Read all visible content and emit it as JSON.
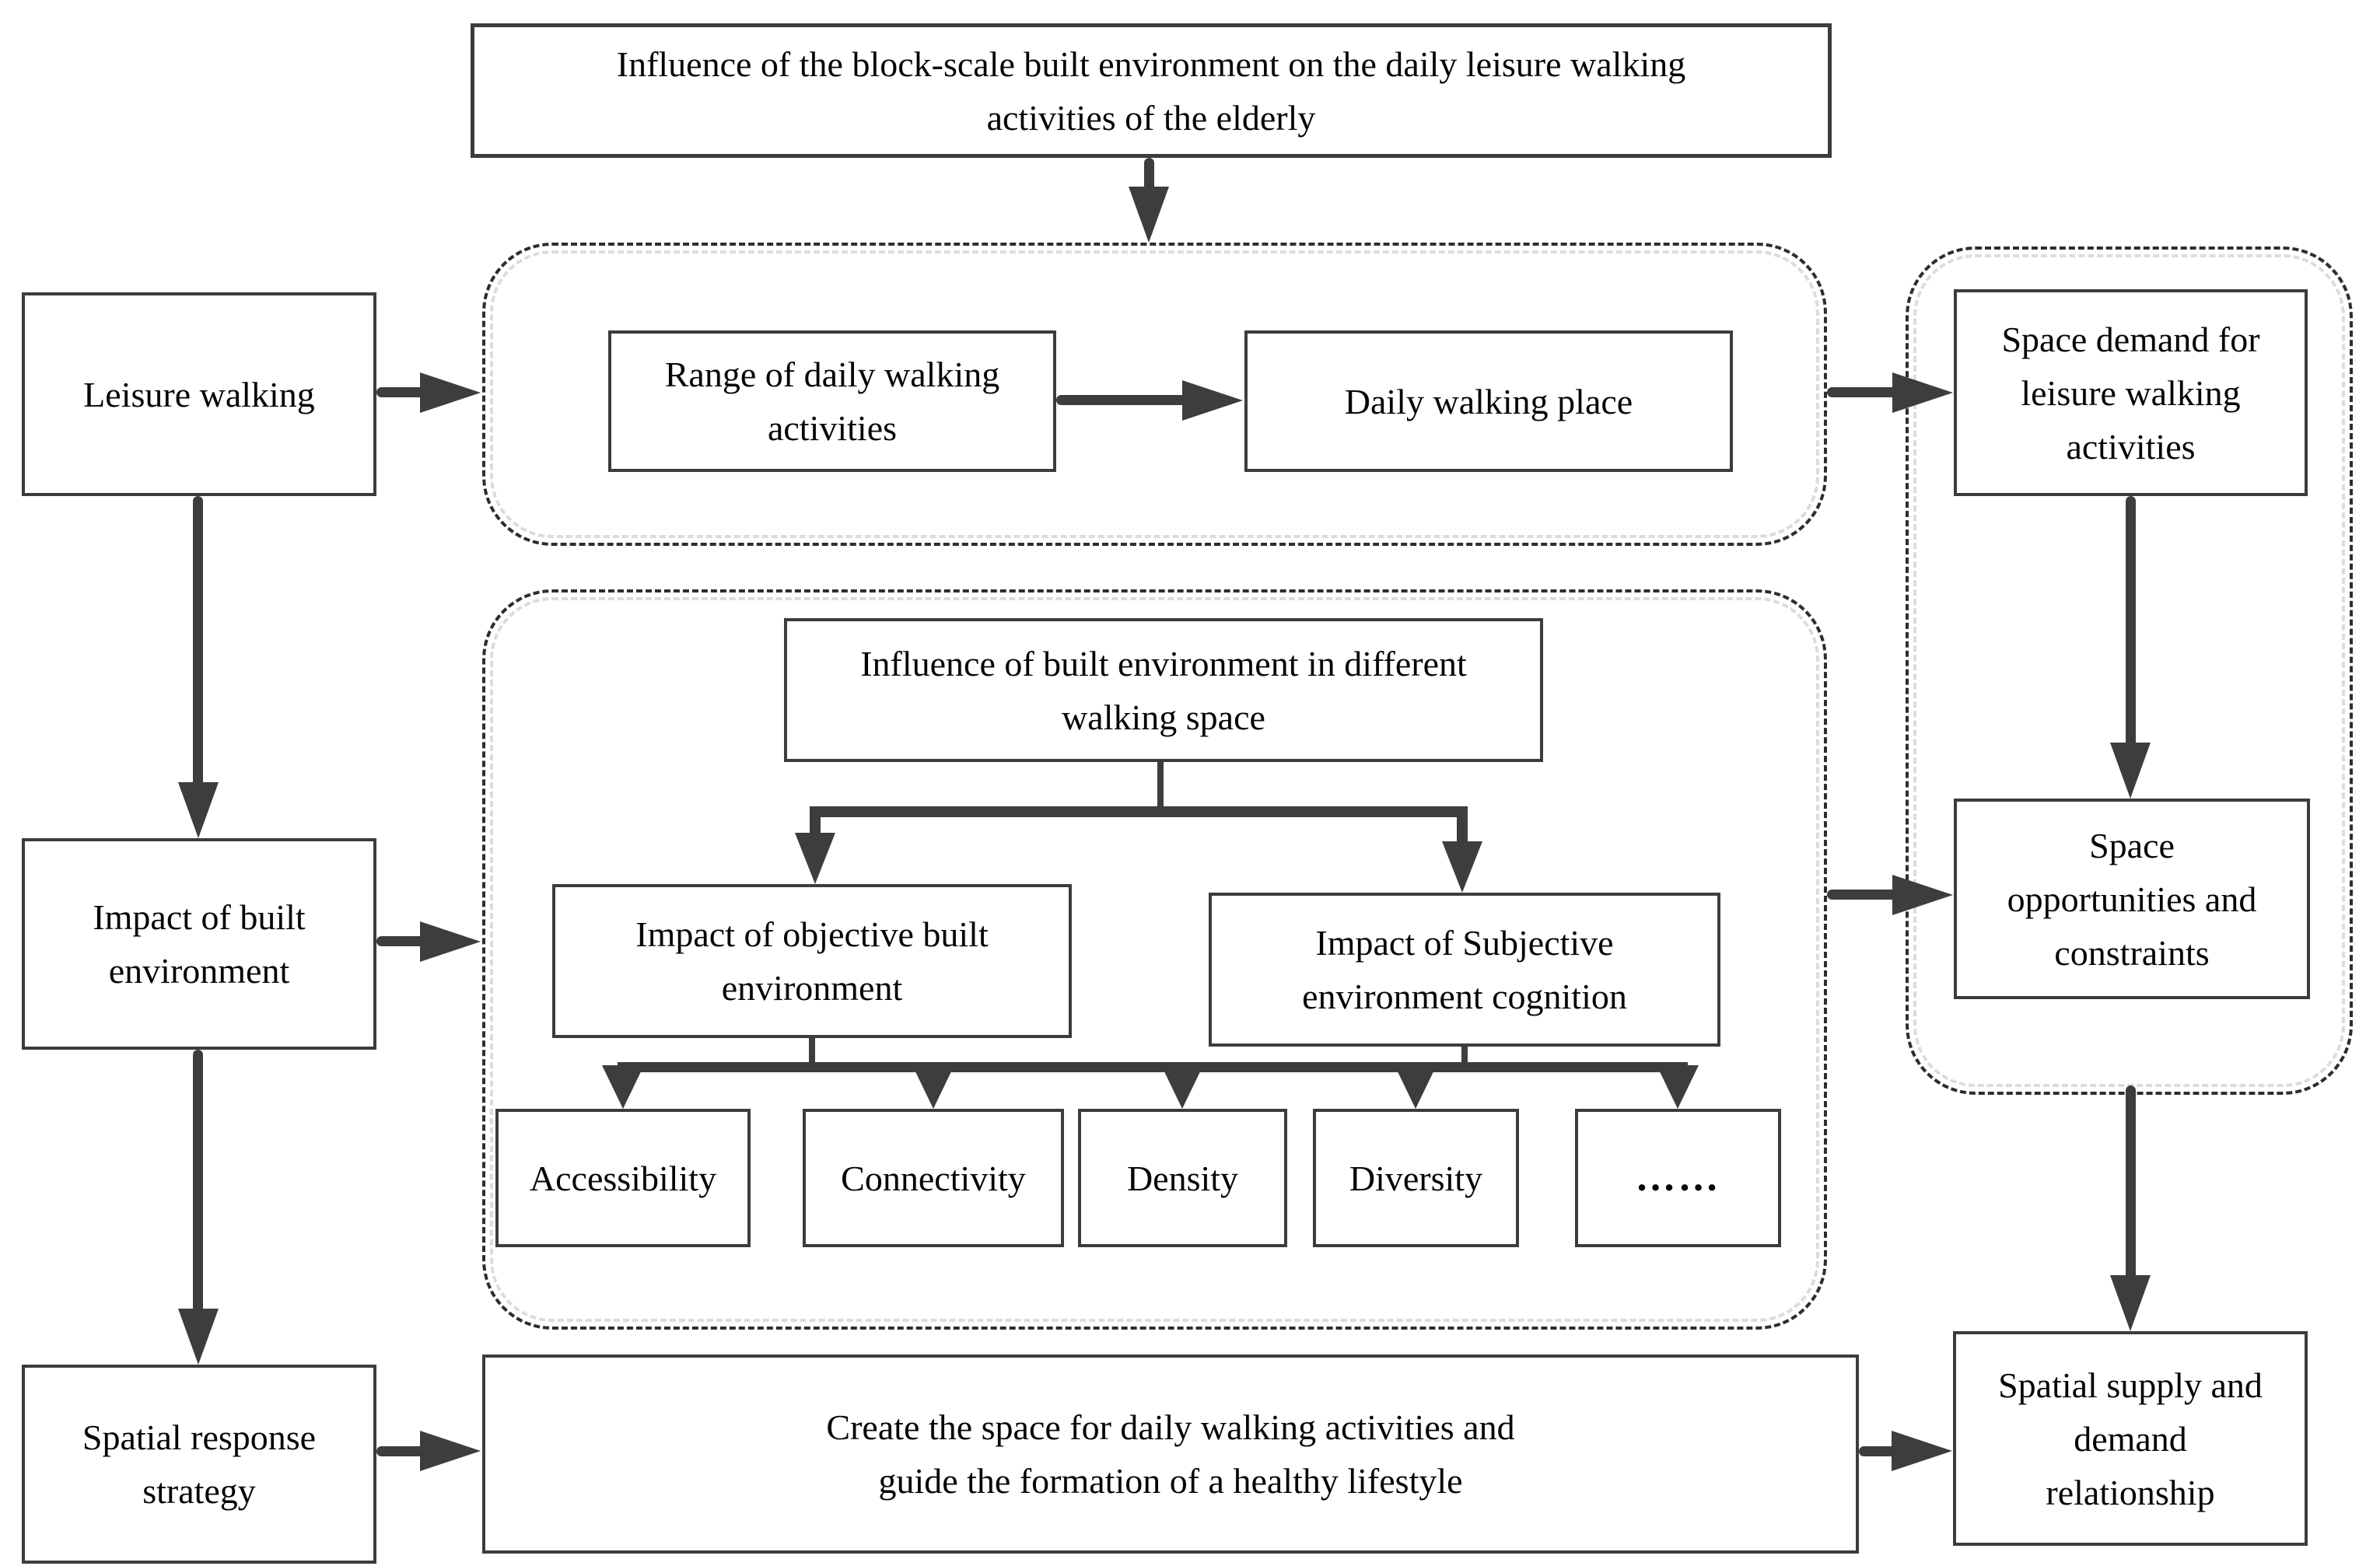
{
  "diagram": {
    "title": {
      "lines": [
        "Influence of the block-scale built environment on the daily leisure walking",
        "activities of the elderly"
      ]
    },
    "left": {
      "leisure_walking": {
        "lines": [
          "Leisure walking"
        ]
      },
      "impact_built_environment": {
        "lines": [
          "Impact of built",
          "environment"
        ]
      },
      "spatial_response_strategy": {
        "lines": [
          "Spatial response",
          "strategy"
        ]
      }
    },
    "walking_scope": {
      "range_of_daily_walking_activities": {
        "lines": [
          "Range of daily walking",
          "activities"
        ]
      },
      "daily_walking_place": {
        "lines": [
          "Daily walking place"
        ]
      }
    },
    "environment": {
      "influence_in_walking_space": {
        "lines": [
          "Influence of built environment in different",
          "walking space"
        ]
      },
      "impact_objective": {
        "lines": [
          "Impact of objective built",
          "environment"
        ]
      },
      "impact_subjective": {
        "lines": [
          "Impact of Subjective",
          "environment cognition"
        ]
      },
      "factors": [
        "Accessibility",
        "Connectivity",
        "Density",
        "Diversity",
        "……"
      ]
    },
    "right": {
      "space_demand": {
        "lines": [
          "Space demand for",
          "leisure walking",
          "activities"
        ]
      },
      "space_opportunities": {
        "lines": [
          "Space",
          "opportunities and",
          "constraints"
        ]
      },
      "spatial_supply": {
        "lines": [
          "Spatial supply and",
          "demand",
          "relationship"
        ]
      }
    },
    "bottom": {
      "create_space": {
        "lines": [
          "Create the space for daily walking activities and",
          "guide the formation of a healthy lifestyle"
        ]
      }
    },
    "colors": {
      "box_border": "#3c3c3c",
      "dashed_border": "#2d2d2d",
      "dashed_ghost": "#dcdcdc",
      "arrow": "#3d3d3d",
      "text": "#050505",
      "background": "#ffffff"
    }
  }
}
